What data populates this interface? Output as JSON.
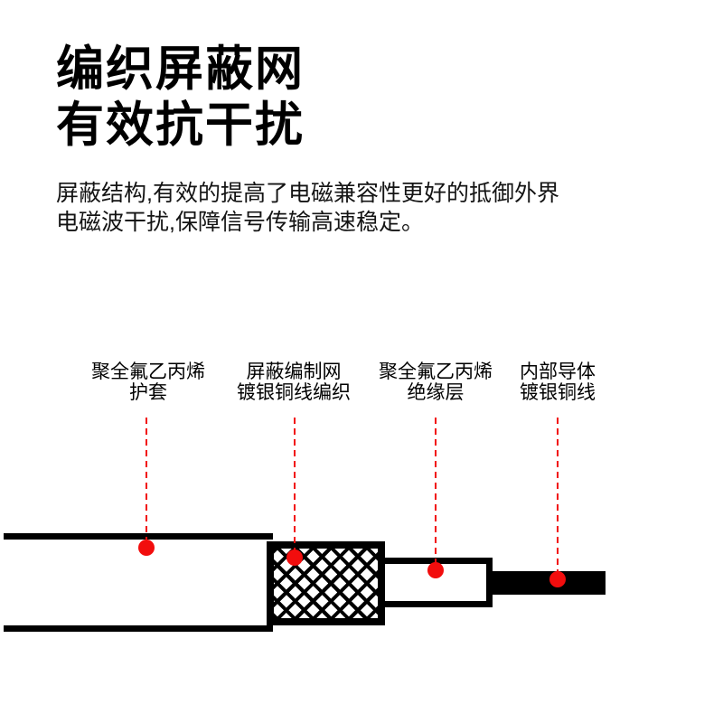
{
  "colors": {
    "accent_red": "#f20d0d",
    "ink": "#000000"
  },
  "header": {
    "title_line1": "编织屏蔽网",
    "title_line2": "有效抗干扰"
  },
  "description": {
    "line1": "屏蔽结构,有效的提高了电磁兼容性更好的抵御外界",
    "line2": "电磁波干扰,保障信号传输高速稳定。"
  },
  "diagram": {
    "labels": [
      {
        "line1": "聚全氟乙丙烯",
        "line2": "护套"
      },
      {
        "line1": "屏蔽编制网",
        "line2": "镀银铜线编织"
      },
      {
        "line1": "聚全氟乙丙烯",
        "line2": "绝缘层"
      },
      {
        "line1": "内部导体",
        "line2": "镀银铜线"
      }
    ],
    "parts": [
      {
        "name": "cable-jacket"
      },
      {
        "name": "cable-braid-shield"
      },
      {
        "name": "cable-insulation"
      },
      {
        "name": "cable-conductor"
      }
    ]
  }
}
